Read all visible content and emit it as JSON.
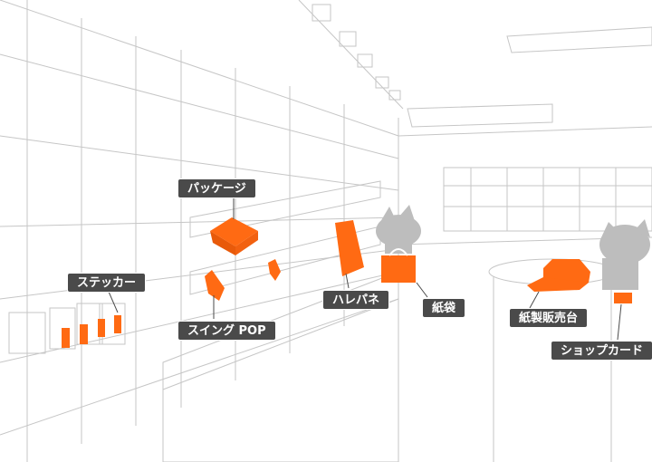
{
  "accent_color": "#ff6a13",
  "line_color": "#c6c6c6",
  "label_bg": "#4a4a4a",
  "items": {
    "package": "パッケージ",
    "sticker": "ステッカー",
    "swing_pop": "スイング POP",
    "harepane": "ハレパネ",
    "paper_bag": "紙袋",
    "paper_stand": "紙製販売台",
    "shop_card": "ショップカード"
  }
}
